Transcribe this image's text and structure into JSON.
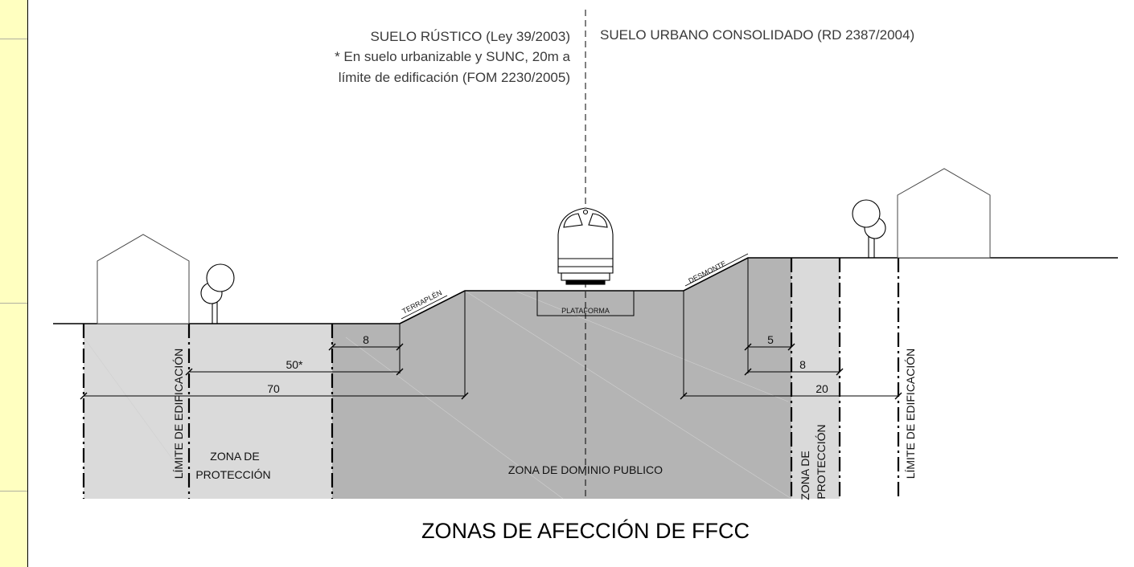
{
  "sheet": {
    "title": "ZONAS DE AFECCIÓN DE FFCC",
    "left_note": {
      "line1": "SUELO RÚSTICO (Ley 39/2003)",
      "line2": "* En suelo urbanizable y SUNC, 20m a",
      "line3": "límite de edificación (FOM 2230/2005)"
    },
    "right_note": "SUELO URBANO CONSOLIDADO (RD 2387/2004)"
  },
  "labels": {
    "terraplen": "TERRAPLÉN",
    "desmonte": "DESMONTE",
    "plataforma": "PLATAFORMA",
    "zona_dominio": "ZONA DE DOMINIO PUBLICO",
    "zona_proteccion_left_1": "ZONA DE",
    "zona_proteccion_left_2": "PROTECCIÓN",
    "zona_proteccion_right_1": "ZONA DE",
    "zona_proteccion_right_2": "PROTECCIÓN",
    "limite_left": "LÍMITE DE EDIFICACIÓN",
    "limite_right": "LÍMITE DE EDIFICACIÓN"
  },
  "dimensions": {
    "left_8": "8",
    "left_50": "50*",
    "left_70": "70",
    "right_5": "5",
    "right_8": "8",
    "right_20": "20"
  },
  "colors": {
    "dominio_fill": "#b4b4b4",
    "proteccion_fill": "#dadada",
    "strip": "#ffffc0"
  }
}
